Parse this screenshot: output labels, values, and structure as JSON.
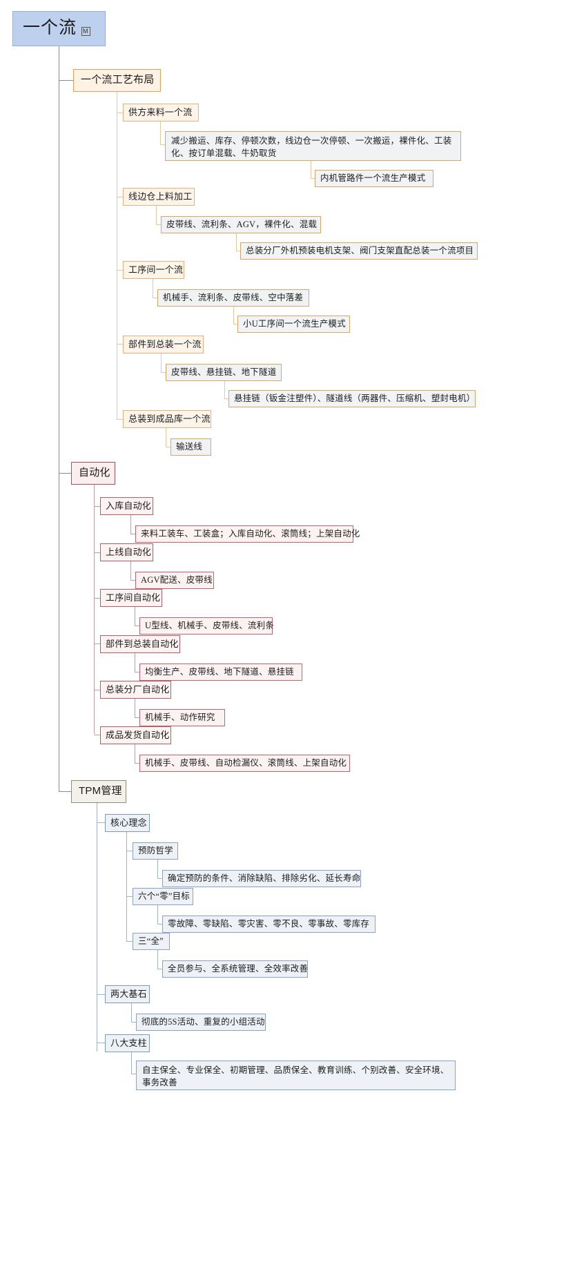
{
  "root": {
    "label": "一个流",
    "badge": "M",
    "color": "#bdd1ee"
  },
  "colors": {
    "root_fill": "#bdd1ee",
    "root_border": "#9aaed0",
    "branch1_border": "#e0a057",
    "branch1_fill": "#fdf2e4",
    "branch2_border": "#a85060",
    "branch2_fill": "#fbeeee",
    "branch3_border": "#8d8d7a",
    "branch3_fill": "#f3f1ea",
    "detail_fill": "#f0f2f4",
    "line_branch1": "#e8c89a",
    "line_branch2": "#c59aa3",
    "line_branch3": "#9fb3cc",
    "line_root": "#8a8a8a"
  },
  "branches": [
    {
      "id": "branch-1",
      "label": "一个流工艺布局",
      "children": [
        {
          "label": "供方来料一个流",
          "detail": "减少搬运、库存、停顿次数，线边仓一次停顿、一次搬运，裸件化、工装化、按订单混载、牛奶取货",
          "sub_detail": "内机管路件一个流生产模式"
        },
        {
          "label": "线边仓上料加工",
          "detail": "皮带线、流利条、AGV，裸件化、混载",
          "sub_detail": "总装分厂外机预装电机支架、阀门支架直配总装一个流项目"
        },
        {
          "label": "工序间一个流",
          "detail": "机械手、流利条、皮带线、空中落差",
          "sub_detail": "小U工序间一个流生产模式"
        },
        {
          "label": "部件到总装一个流",
          "detail": "皮带线、悬挂链、地下隧道",
          "sub_detail": "悬挂链（钣金注塑件）、隧道线（两器件、压缩机、塑封电机）"
        },
        {
          "label": "总装到成品库一个流",
          "detail": "输送线",
          "sub_detail": null
        }
      ]
    },
    {
      "id": "branch-2",
      "label": "自动化",
      "children": [
        {
          "label": "入库自动化",
          "detail": "来料工装车、工装盒；入库自动化、滚筒线；上架自动化",
          "sub_detail": null
        },
        {
          "label": "上线自动化",
          "detail": "AGV配送、皮带线",
          "sub_detail": null
        },
        {
          "label": "工序间自动化",
          "detail": "U型线、机械手、皮带线、流利条",
          "sub_detail": null
        },
        {
          "label": "部件到总装自动化",
          "detail": "均衡生产、皮带线、地下隧道、悬挂链",
          "sub_detail": null
        },
        {
          "label": "总装分厂自动化",
          "detail": "机械手、动作研究",
          "sub_detail": null
        },
        {
          "label": "成品发货自动化",
          "detail": "机械手、皮带线、自动检漏仪、滚筒线、上架自动化",
          "sub_detail": null
        }
      ]
    },
    {
      "id": "branch-3",
      "label": "TPM管理",
      "children": [
        {
          "label": "核心理念",
          "detail": null,
          "sub_detail": null,
          "grandchildren": [
            {
              "label": "预防哲学",
              "detail": "确定预防的条件、消除缺陷、排除劣化、延长寿命"
            },
            {
              "label": "六个“零”目标",
              "detail": "零故障、零缺陷、零灾害、零不良、零事故、零库存"
            },
            {
              "label": "三“全”",
              "detail": "全员参与、全系统管理、全效率改善"
            }
          ]
        },
        {
          "label": "两大基石",
          "detail": "彻底的5S活动、重复的小组活动",
          "sub_detail": null
        },
        {
          "label": "八大支柱",
          "detail": "自主保全、专业保全、初期管理、品质保全、教育训练、个别改善、安全环境、事务改善",
          "sub_detail": null
        }
      ]
    }
  ]
}
